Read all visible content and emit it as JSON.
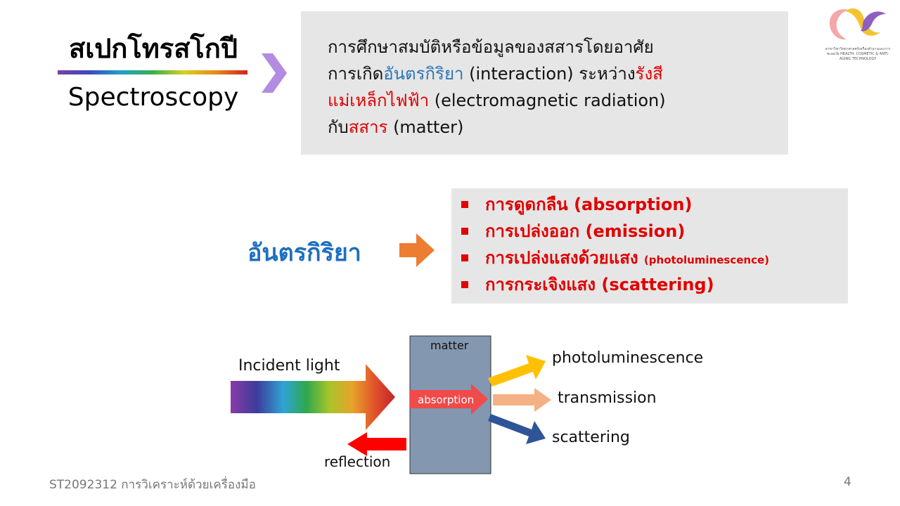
{
  "title": {
    "thai": "สเปกโทรสโกปี",
    "english": "Spectroscopy"
  },
  "definition": {
    "line1": "การศึกษาสมบัติหรือข้อมูลของสสารโดยอาศัย",
    "line2_pre": "การเกิด",
    "line2_blue": "อันตรกิริยา",
    "line2_mid": " (interaction) ระหว่าง",
    "line2_red": "รังสี",
    "line3_red": "แม่เหล็กไฟฟ้า",
    "line3_rest": " (electromagnetic radiation)",
    "line4_pre": "กับ",
    "line4_red": "สสาร",
    "line4_rest": " (matter)"
  },
  "logo": {
    "caption": "สาขาวิชาวิทยาศาสตร์เครื่องสำอางและการชะลอวัย HEALTH, COSMETIC & ANTI-AGING TECHNOLOGY"
  },
  "interaction": {
    "label": "อันตรกิริยา",
    "items": [
      {
        "text": "การดูดกลืน (absorption)",
        "small": ""
      },
      {
        "text": "การเปล่งออก (emission)",
        "small": ""
      },
      {
        "text": "การเปล่งแสงด้วยแสง ",
        "small": "(photoluminescence)"
      },
      {
        "text": "การกระเจิงแสง (scattering)",
        "small": ""
      }
    ]
  },
  "diagram": {
    "incident": "Incident light",
    "matter": "matter",
    "absorption": "absorption",
    "photoluminescence": "photoluminescence",
    "transmission": "transmission",
    "scattering": "scattering",
    "reflection": "reflection"
  },
  "colors": {
    "accent_blue": "#2e75b6",
    "accent_red": "#e00000",
    "orange": "#ed7d31",
    "matter_box": "#8497b0"
  },
  "footer": {
    "course": "ST2092312  การวิเคราะห์ด้วยเครื่องมือ",
    "page": "4"
  }
}
